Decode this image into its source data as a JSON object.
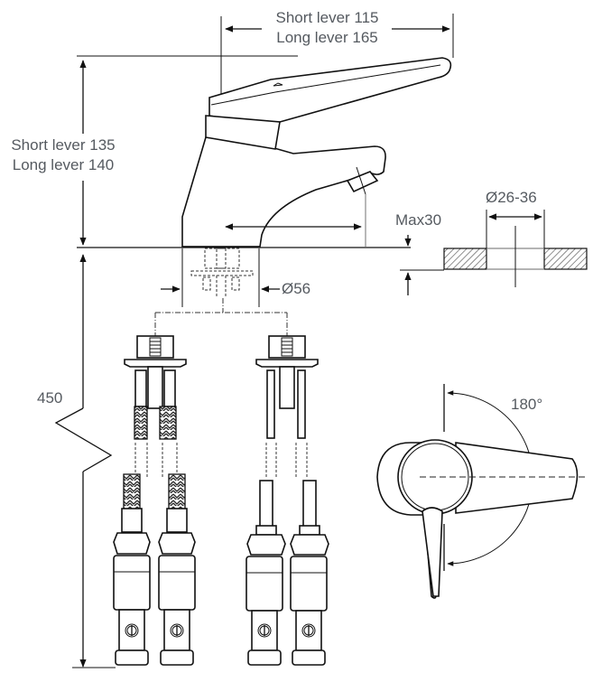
{
  "drawing": {
    "title": "Single lever basin mixer – dimensional drawing",
    "colors": {
      "line": "#111111",
      "text": "#555a60",
      "hatch": "#444444",
      "background": "#ffffff"
    }
  },
  "dimensions": {
    "lever_length": {
      "line1": "Short lever 115",
      "line2": "Long lever 165"
    },
    "height": {
      "line1": "Short lever 135",
      "line2": "Long lever 140"
    },
    "base_diameter": "Ø56",
    "hole_diameter": "Ø26-36",
    "max_thickness": "Max30",
    "hose_length": "450",
    "rotation_angle": "180°"
  },
  "views": {
    "side_view": "tap-side-elevation",
    "plan_view": "lever-top-view",
    "mounting_section": "countertop-section",
    "connections": [
      "flexible-braided-hoses",
      "copper-tail-pipes"
    ]
  }
}
